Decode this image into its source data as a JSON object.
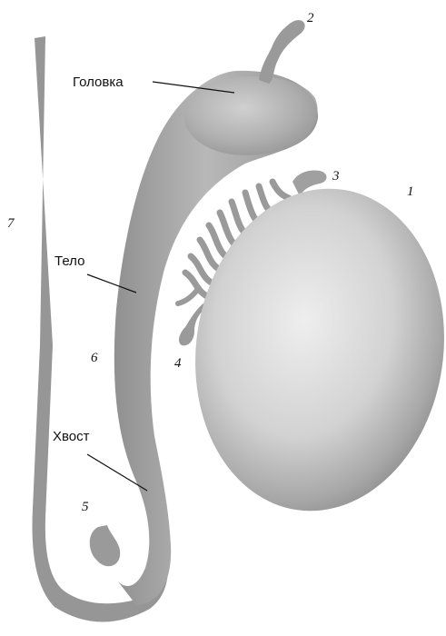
{
  "labels": {
    "head": "Головка",
    "body": "Тело",
    "tail": "Хвост"
  },
  "numbers": {
    "n1": "1",
    "n2": "2",
    "n3": "3",
    "n4": "4",
    "n5": "5",
    "n6": "6",
    "n7": "7"
  },
  "colors": {
    "tissue_light": "#e6e6e6",
    "tissue_mid": "#a6a6a6",
    "tissue_dark": "#7a7a7a",
    "duct": "#9a9a9a",
    "text": "#111111"
  }
}
